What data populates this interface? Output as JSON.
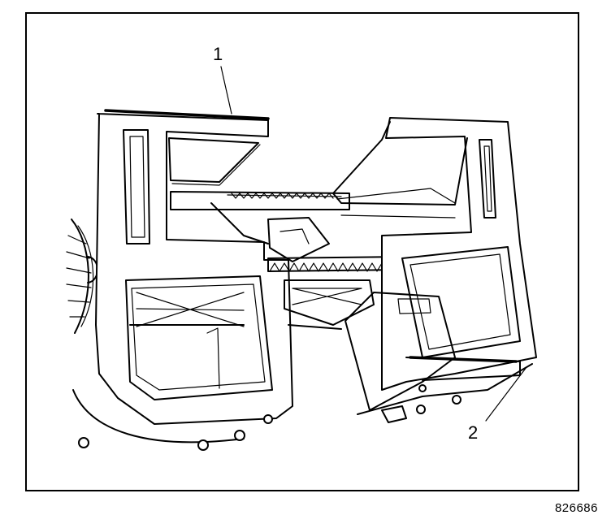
{
  "callouts": {
    "one": "1",
    "two": "2"
  },
  "figure_number": "826686"
}
